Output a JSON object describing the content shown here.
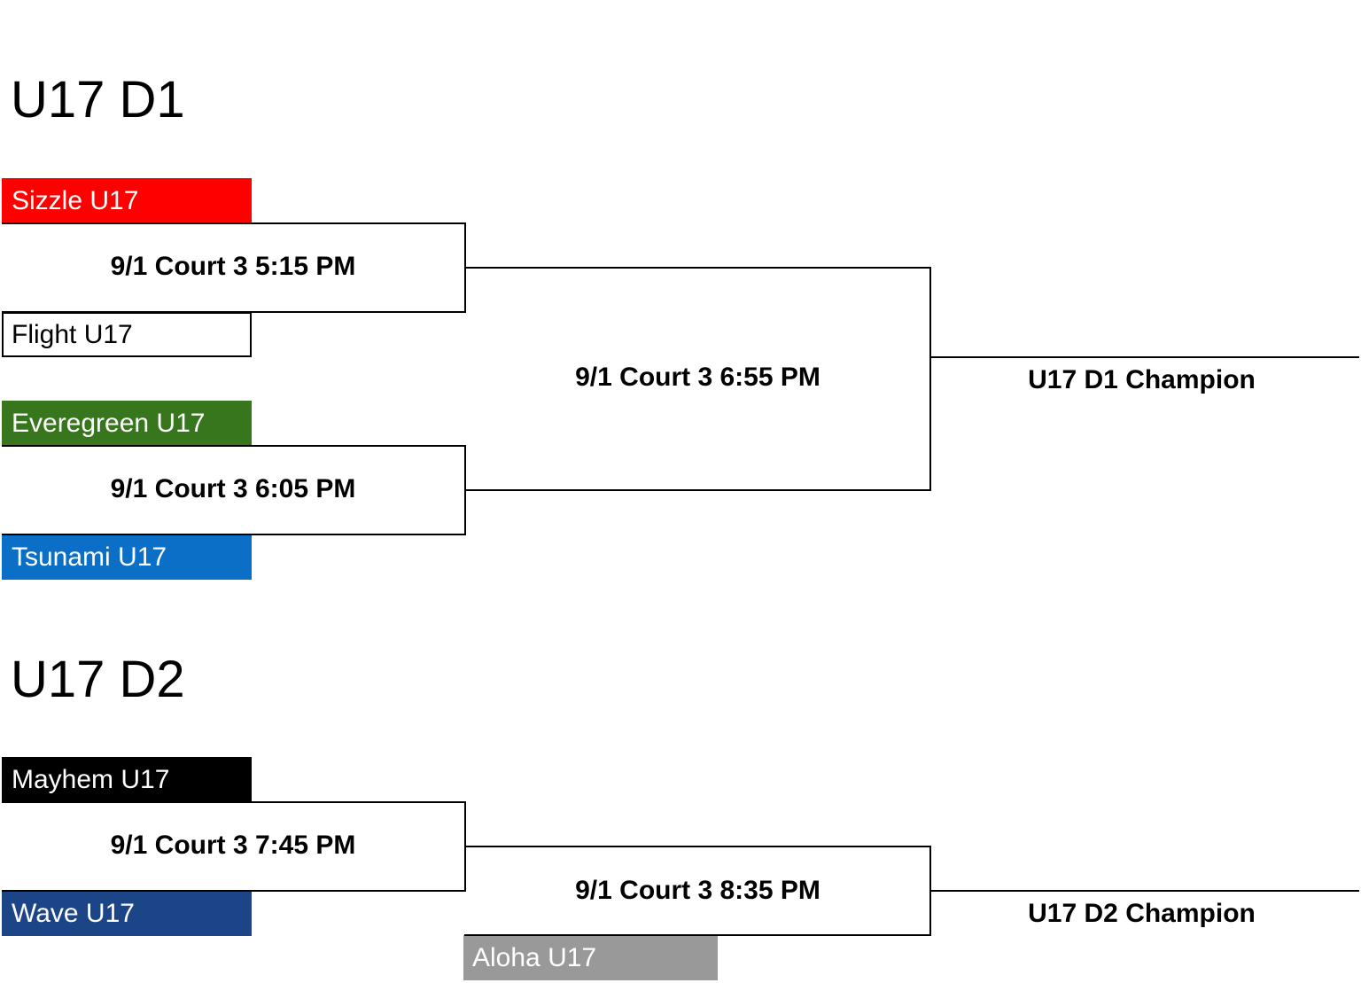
{
  "brackets": [
    {
      "title": "U17 D1",
      "teams": [
        {
          "name": "Sizzle U17",
          "bg": "#FF0000",
          "fg": "#FFFFFF"
        },
        {
          "name": "Flight U17",
          "bg": "#FFFFFF",
          "fg": "#000000"
        },
        {
          "name": "Everegreen U17",
          "bg": "#38761D",
          "fg": "#FFFFFF"
        },
        {
          "name": "Tsunami U17",
          "bg": "#0B6FC7",
          "fg": "#FFFFFF"
        }
      ],
      "matches": [
        "9/1 Court 3 5:15 PM",
        "9/1 Court 3 6:05 PM",
        "9/1 Court 3 6:55 PM"
      ],
      "champion": "U17 D1 Champion"
    },
    {
      "title": "U17 D2",
      "teams": [
        {
          "name": "Mayhem U17",
          "bg": "#000000",
          "fg": "#FFFFFF"
        },
        {
          "name": "Wave U17",
          "bg": "#1C4587",
          "fg": "#FFFFFF"
        },
        {
          "name": "Aloha U17",
          "bg": "#999999",
          "fg": "#FFFFFF"
        }
      ],
      "matches": [
        "9/1 Court 3 7:45 PM",
        "9/1 Court 3 8:35 PM"
      ],
      "champion": "U17 D2 Champion"
    }
  ]
}
